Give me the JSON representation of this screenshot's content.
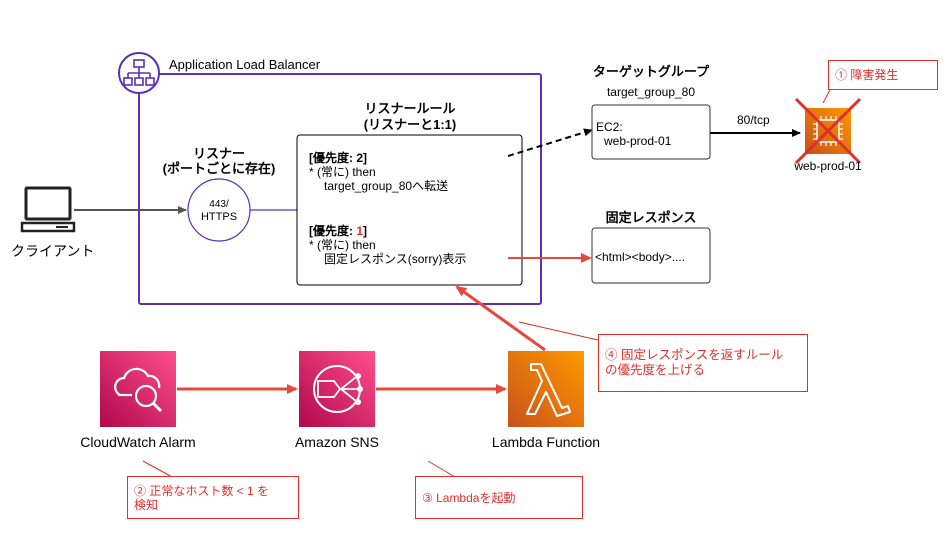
{
  "alb": {
    "title": "Application Load Balancer",
    "icon": "load-balancer-icon"
  },
  "listener": {
    "title_line1": "リスナー",
    "title_line2": "(ポートごとに存在)",
    "port_line1": "443/",
    "port_line2": "HTTPS"
  },
  "rules": {
    "title_line1": "リスナールール",
    "title_line2": "(リスナーと1:1)",
    "rule2": {
      "priority_prefix": "[優先度: ",
      "priority_value": "2",
      "priority_suffix": "]",
      "cond": "* (常に) then",
      "action": "target_group_80へ転送"
    },
    "rule1": {
      "priority_prefix": "[優先度: ",
      "priority_value": "1",
      "priority_suffix": "]",
      "cond": "* (常に) then",
      "action": "固定レスポンス(sorry)表示"
    }
  },
  "client": {
    "label": "クライアント",
    "icon": "computer-icon"
  },
  "target_group": {
    "title": "ターゲットグループ",
    "name": "target_group_80",
    "line1": "EC2:",
    "line2": "web-prod-01"
  },
  "ec2": {
    "edge_label": "80/tcp",
    "name": "web-prod-01",
    "icon": "ec2-instance-icon"
  },
  "fixed_response": {
    "title": "固定レスポンス",
    "content": "<html><body>...."
  },
  "services": {
    "cloudwatch": {
      "label": "CloudWatch Alarm",
      "icon": "cloudwatch-alarm-icon"
    },
    "sns": {
      "label": "Amazon SNS",
      "icon": "sns-icon"
    },
    "lambda": {
      "label": "Lambda Function",
      "icon": "lambda-icon"
    }
  },
  "callouts": {
    "failure": "① 障害発生",
    "step2_line1": "② 正常なホスト数 < 1 を",
    "step2_line2": "検知",
    "step3": "③ Lambdaを起動",
    "step4_line1": "④ 固定レスポンスを返すルール",
    "step4_line2": "の優先度を上げる"
  },
  "colors": {
    "alb_border": "#5a30b5",
    "red": "#e0302a",
    "cloudwatch": "#e7157b",
    "lambda": "#ed7100",
    "arrow_red": "#e8473d"
  }
}
